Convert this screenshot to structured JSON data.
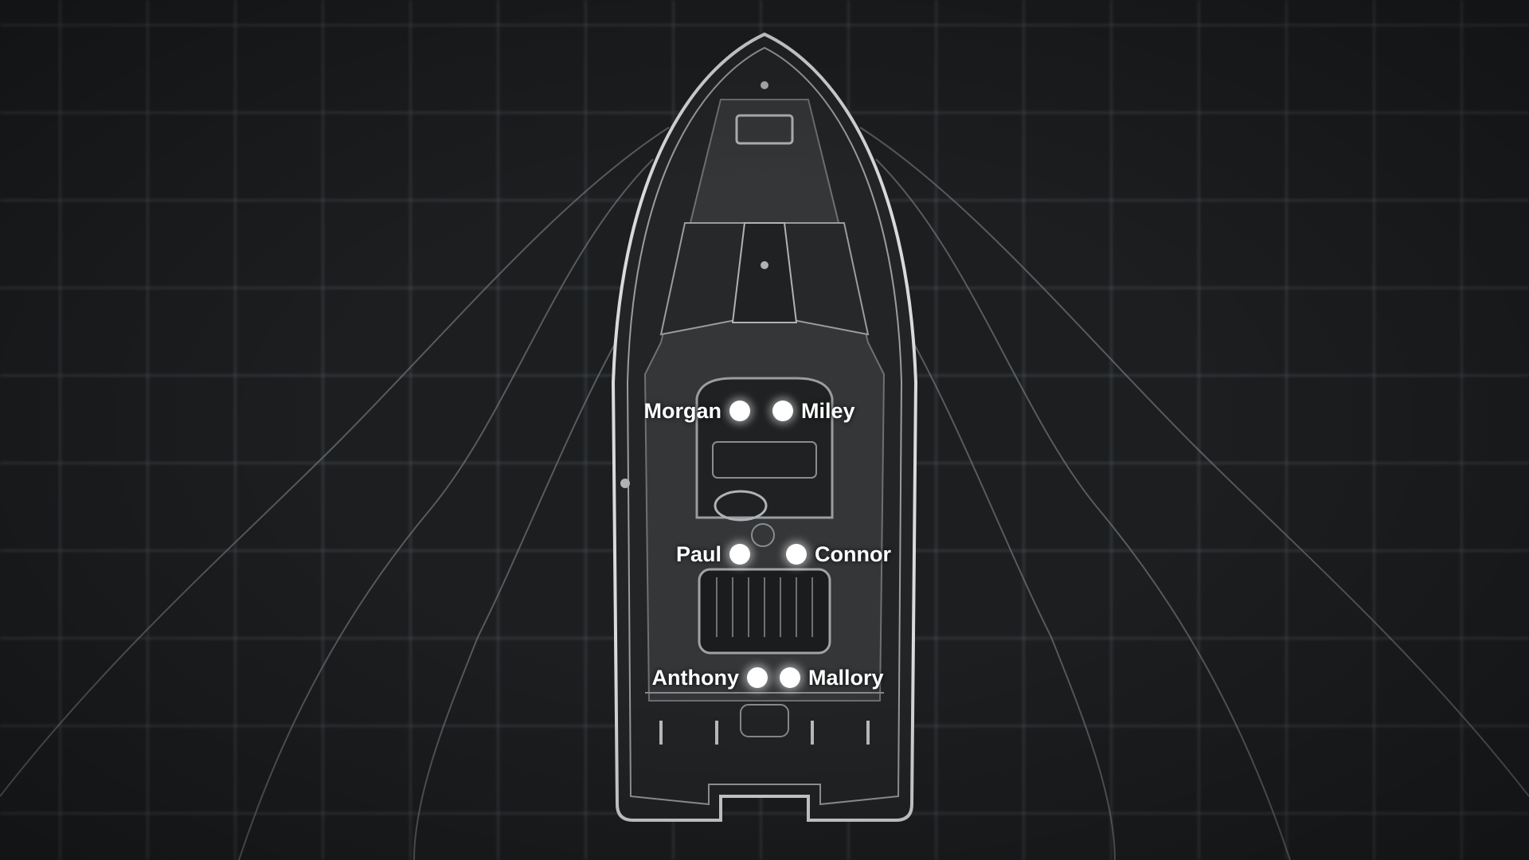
{
  "seats": {
    "morgan": "Morgan",
    "miley": "Miley",
    "paul": "Paul",
    "connor": "Connor",
    "anthony": "Anthony",
    "mallory": "Mallory"
  },
  "colors": {
    "background": "#1c1e20",
    "outline": "#d8dadc",
    "dot": "#ffffff"
  }
}
